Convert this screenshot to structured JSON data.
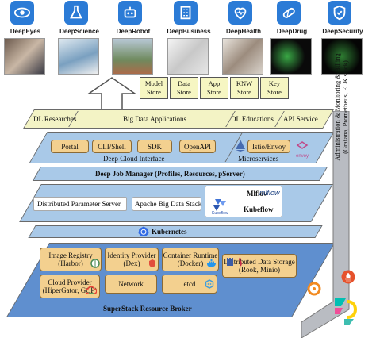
{
  "apps": [
    {
      "label": "DeepEyes",
      "icon": "eye-icon"
    },
    {
      "label": "DeepScience",
      "icon": "flask-icon"
    },
    {
      "label": "DeepRobot",
      "icon": "robot-icon"
    },
    {
      "label": "DeepBusiness",
      "icon": "building-icon"
    },
    {
      "label": "DeepHealth",
      "icon": "heart-pulse-icon"
    },
    {
      "label": "DeepDrug",
      "icon": "pill-icon"
    },
    {
      "label": "DeepSecurity",
      "icon": "shield-icon"
    }
  ],
  "stores": [
    {
      "line1": "Model",
      "line2": "Store"
    },
    {
      "line1": "Data",
      "line2": "Store"
    },
    {
      "line1": "App",
      "line2": "Store"
    },
    {
      "line1": "KNW",
      "line2": "Store"
    },
    {
      "line1": "Key",
      "line2": "Store"
    }
  ],
  "applications_layer": {
    "dl_researches": "DL Researches",
    "big_data_applications": "Big Data Applications",
    "dl_educations": "DL Educations",
    "api_service": "API Service"
  },
  "cloud_interface": {
    "portal": "Portal",
    "cli_shell": "CLI/Shell",
    "sdk": "SDK",
    "openapi": "OpenAPI",
    "caption": "Deep Cloud Interface",
    "istio_envoy": "Istio/Envoy",
    "microservices": "Microservices",
    "envoy_logo_text": "envoy"
  },
  "job_manager": {
    "title": "Deep Job Manager (Profiles, Resources, pServer)"
  },
  "stack_layer": {
    "distributed_parameter_server": "Distributed Parameter Server",
    "apache_big_data_stack": "Apache Big Data Stack",
    "mlflow": "Mlflow",
    "mlflow_logo": "mlflow",
    "kubeflow": "Kubeflow",
    "kubeflow_logo_text": "Kubeflow"
  },
  "kubernetes": {
    "label": "Kubernetes"
  },
  "superstack": {
    "image_registry_line1": "Image Registry",
    "image_registry_line2": "(Harbor)",
    "identity_provider_line1": "Identity Provider",
    "identity_provider_line2": "(Dex)",
    "container_runtime_line1": "Container Runtime",
    "container_runtime_line2": "(Docker)",
    "distributed_storage_line1": "Distributed Data Storage",
    "distributed_storage_line2": "(Rook, Minio)",
    "cloud_provider_line1": "Cloud Provider",
    "cloud_provider_line2": "(HiperGator, GCP)",
    "network": "Network",
    "etcd": "etcd",
    "broker": "SuperStack Resource Broker"
  },
  "side_panel": {
    "line1": "Administration & Monitoring & Billing",
    "line2": "(Grafana, Prometheus, ELK stack)"
  },
  "colors": {
    "app_tile": "#2b7bd6",
    "store_fill": "#f6f6c2",
    "app_layer_fill": "#f3f3c5",
    "interface_fill": "#a9c9e8",
    "component_fill": "#f3d08f",
    "job_manager_fill": "#a9c9e8",
    "stack_fill": "#a9c9e8",
    "kubernetes_fill": "#a9c9e8",
    "superstack_fill": "#5f8fcf",
    "side_panel_fill": "#b9bcc2"
  }
}
